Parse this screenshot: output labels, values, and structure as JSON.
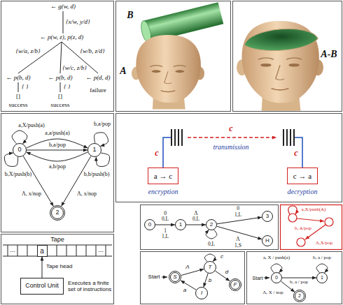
{
  "diagram": {
    "nodes": [
      {
        "text": [
          "0"
        ]
      },
      {
        "text": [
          "1"
        ]
      },
      {
        "text": [
          "2"
        ]
      },
      {
        "text": [
          "a → c"
        ]
      },
      {
        "text": [
          "c → a"
        ]
      },
      {
        "text": [
          "0"
        ]
      },
      {
        "text": [
          "1"
        ]
      },
      {
        "text": [
          "2"
        ]
      },
      {
        "text": [
          "3"
        ]
      },
      {
        "text": [
          "H"
        ]
      },
      {
        "text": [
          "a"
        ]
      },
      {
        "text": [
          "Control Unit"
        ]
      },
      {
        "text": [
          "S"
        ]
      },
      {
        "text": [
          "T"
        ]
      },
      {
        "text": [
          "I"
        ]
      },
      {
        "text": [
          "F"
        ]
      },
      {
        "text": [
          "0"
        ]
      },
      {
        "text": [
          "1"
        ]
      },
      {
        "text": [
          "2"
        ]
      }
    ],
    "edges": [
      {
        "from": 0,
        "to": 0,
        "label": "a,X/push(a)",
        "arrow": "to"
      },
      {
        "from": 0,
        "to": 1,
        "label": "a,a/push(a)",
        "arrow": "to"
      },
      {
        "from": 0,
        "to": 1,
        "label": "b,a/pop",
        "arrow": "to"
      },
      {
        "from": 1,
        "to": 1,
        "label": "b,a/pop",
        "arrow": "to"
      },
      {
        "from": 1,
        "to": 0,
        "label": "a,b/pop",
        "arrow": "to"
      },
      {
        "from": 1,
        "to": 1,
        "label": "b,b/push(b)",
        "arrow": "to"
      },
      {
        "from": 0,
        "to": 0,
        "label": "b,X/push(b)",
        "arrow": "to"
      },
      {
        "from": 0,
        "to": 2,
        "label": "Λ, x/nop",
        "arrow": "to"
      },
      {
        "from": 1,
        "to": 2,
        "label": "Λ, x/nop",
        "arrow": "to"
      },
      {
        "from": 5,
        "to": 6,
        "arrow": "to"
      },
      {
        "from": 6,
        "to": 7,
        "arrow": "to"
      },
      {
        "from": 7,
        "to": 7,
        "arrow": "to"
      },
      {
        "from": 7,
        "to": 8,
        "arrow": "to"
      },
      {
        "from": 7,
        "to": 9,
        "arrow": "to"
      },
      {
        "from": 11,
        "to": 10,
        "arrow": "to"
      },
      {
        "from": 12,
        "to": 13,
        "label": "Λ",
        "arrow": "to"
      },
      {
        "from": 13,
        "to": 13,
        "label": "c",
        "arrow": "to"
      },
      {
        "from": 13,
        "to": 15,
        "label": "d",
        "arrow": "to"
      },
      {
        "from": 13,
        "to": 14,
        "label": "b",
        "arrow": "to"
      },
      {
        "from": 14,
        "to": 12,
        "label": "a",
        "arrow": "to"
      },
      {
        "from": 16,
        "to": 16,
        "label": "a, X / push(a)",
        "arrow": "to"
      },
      {
        "from": 16,
        "to": 17,
        "label": "b, a / pop",
        "arrow": "to"
      },
      {
        "from": 17,
        "to": 17,
        "label": "b, a / pop",
        "arrow": "to"
      },
      {
        "from": 16,
        "to": 18,
        "label": "Λ, X / nop",
        "arrow": "to"
      }
    ],
    "labels": [
      "← g(w, d)",
      "{x/w, y/d}",
      "← p(w, z), p(z, d)",
      "{w/a, z/b}",
      "{w/b, z/d}",
      "{w/c, z/b}",
      "← p(b, d)",
      "← p(b, d)",
      "← p(d, d)",
      "{ }",
      "{ }",
      "failure",
      "[]",
      "[]",
      "success",
      "success",
      "B",
      "A",
      "A-B",
      "c",
      "c",
      "transmission",
      "c",
      "encryption",
      "decryption",
      "0",
      "0,L",
      "1",
      "1,L",
      "Λ",
      "0,L",
      "0",
      "1,L",
      "Λ",
      "1,S",
      "0,L",
      "a,X/push(A)",
      "b, A/pop",
      "Λ,X/pop",
      "Tape",
      "...",
      "...",
      "Tape head",
      "Executes a finite set of instructions",
      "Start",
      "Start"
    ]
  }
}
